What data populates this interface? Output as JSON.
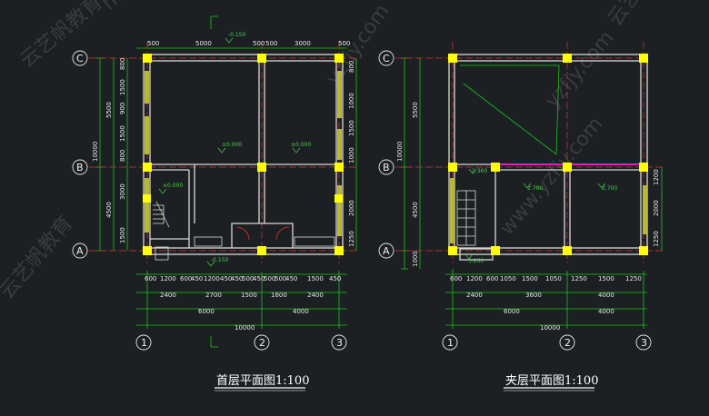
{
  "colors": {
    "background": "#1d2023",
    "wall": "#d8d8d8",
    "column": "#ffff00",
    "window": "#b8b830",
    "dim_line": "#16c516",
    "axis_line": "#e03030",
    "beam": "#e020c0",
    "text": "#e6e6e6",
    "elevation": "#46d046"
  },
  "plans": [
    {
      "title": "首层平面图1:100",
      "axis_rows": [
        "C",
        "B",
        "A"
      ],
      "axis_cols": [
        "1",
        "2",
        "3"
      ],
      "top_dims": [
        "500",
        "5000",
        "500",
        "500",
        "3000",
        "500"
      ],
      "top_elev": "-0.150",
      "bottom_elev": "-0.150",
      "left_dims": [
        "800",
        "1500",
        "900",
        "1500",
        "800",
        "3000",
        "1500"
      ],
      "left_mid_dims": [
        "5500",
        "4500"
      ],
      "left_total": "10000",
      "right_dims": [
        "800",
        "1000",
        "1500",
        "1000",
        "2000",
        "1250"
      ],
      "bottom_row1": [
        "600",
        "1200",
        "600",
        "450",
        "1200",
        "450",
        "450",
        "500",
        "450",
        "500",
        "500",
        "450",
        "1500",
        "450"
      ],
      "bottom_row2": [
        "2400",
        "2700",
        "1500",
        "1600",
        "2400"
      ],
      "bottom_row3": [
        "6000",
        "4000"
      ],
      "bottom_total": "10000",
      "room_elevs": [
        "±0.000",
        "±0.000",
        "±0.000"
      ]
    },
    {
      "title": "夹层平面图1:100",
      "axis_rows": [
        "C",
        "B",
        "A"
      ],
      "axis_cols": [
        "1",
        "2",
        "3"
      ],
      "left_mid_dims": [
        "5500",
        "4500",
        "1000"
      ],
      "left_total": "10000",
      "right_dims": [
        "1200",
        "2000",
        "1250"
      ],
      "bottom_row1": [
        "600",
        "1200",
        "600",
        "1050",
        "1500",
        "1050",
        "1250",
        "1500",
        "1250"
      ],
      "bottom_row2": [
        "2400",
        "3600",
        "4000"
      ],
      "bottom_row3": [
        "6000",
        "4000"
      ],
      "bottom_total": "10000",
      "room_elevs": [
        "2.700",
        "2.700"
      ],
      "stair_elevs": [
        "1.360",
        "3.260"
      ]
    }
  ],
  "watermarks": [
    "云艺帆教育",
    "http://www.yzfjy.com",
    "yzfjy.com",
    "云艺帆教育",
    "yzfjy.com",
    "www.yzfjy.com",
    "云艺帆教育"
  ]
}
